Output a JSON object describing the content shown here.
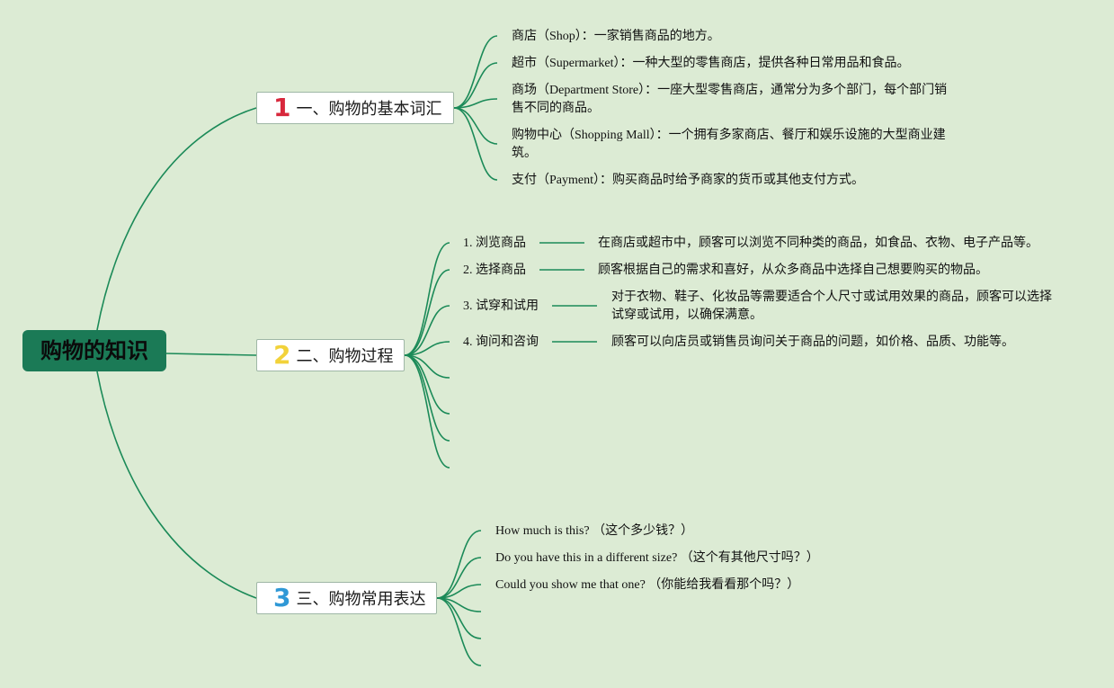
{
  "root": {
    "label": "购物的知识"
  },
  "colors": {
    "background": "#dcebd4",
    "root_fill": "#1b7a56",
    "line": "#1b8a58",
    "num1": "#d8283c",
    "num2": "#f2d23a",
    "num3": "#2f98d6"
  },
  "branches": [
    {
      "number": "1",
      "label": "一、购物的基本词汇",
      "items": [
        "商店（Shop）：一家销售商品的地方。",
        "超市（Supermarket）：一种大型的零售商店，提供各种日常用品和食品。",
        "商场（Department Store）：一座大型零售商店，通常分为多个部门，每个部门销售不同的商品。",
        "购物中心（Shopping Mall）：一个拥有多家商店、餐厅和娱乐设施的大型商业建筑。",
        "支付（Payment）：购买商品时给予商家的货币或其他支付方式。"
      ]
    },
    {
      "number": "2",
      "label": "二、购物过程",
      "items": [
        {
          "step": "1. 浏览商品",
          "desc": "在商店或超市中，顾客可以浏览不同种类的商品，如食品、衣物、电子产品等。"
        },
        {
          "step": "2. 选择商品",
          "desc": "顾客根据自己的需求和喜好，从众多商品中选择自己想要购买的物品。"
        },
        {
          "step": "3. 试穿和试用",
          "desc": "对于衣物、鞋子、化妆品等需要适合个人尺寸或试用效果的商品，顾客可以选择试穿或试用，以确保满意。"
        },
        {
          "step": "4. 询问和咨询",
          "desc": "顾客可以向店员或销售员询问关于商品的问题，如价格、品质、功能等。"
        }
      ]
    },
    {
      "number": "3",
      "label": "三、购物常用表达",
      "items": [
        "How much is this? （这个多少钱？）",
        "Do you have this in a different size? （这个有其他尺寸吗？）",
        "Could you show me that one? （你能给我看看那个吗？）"
      ]
    }
  ]
}
